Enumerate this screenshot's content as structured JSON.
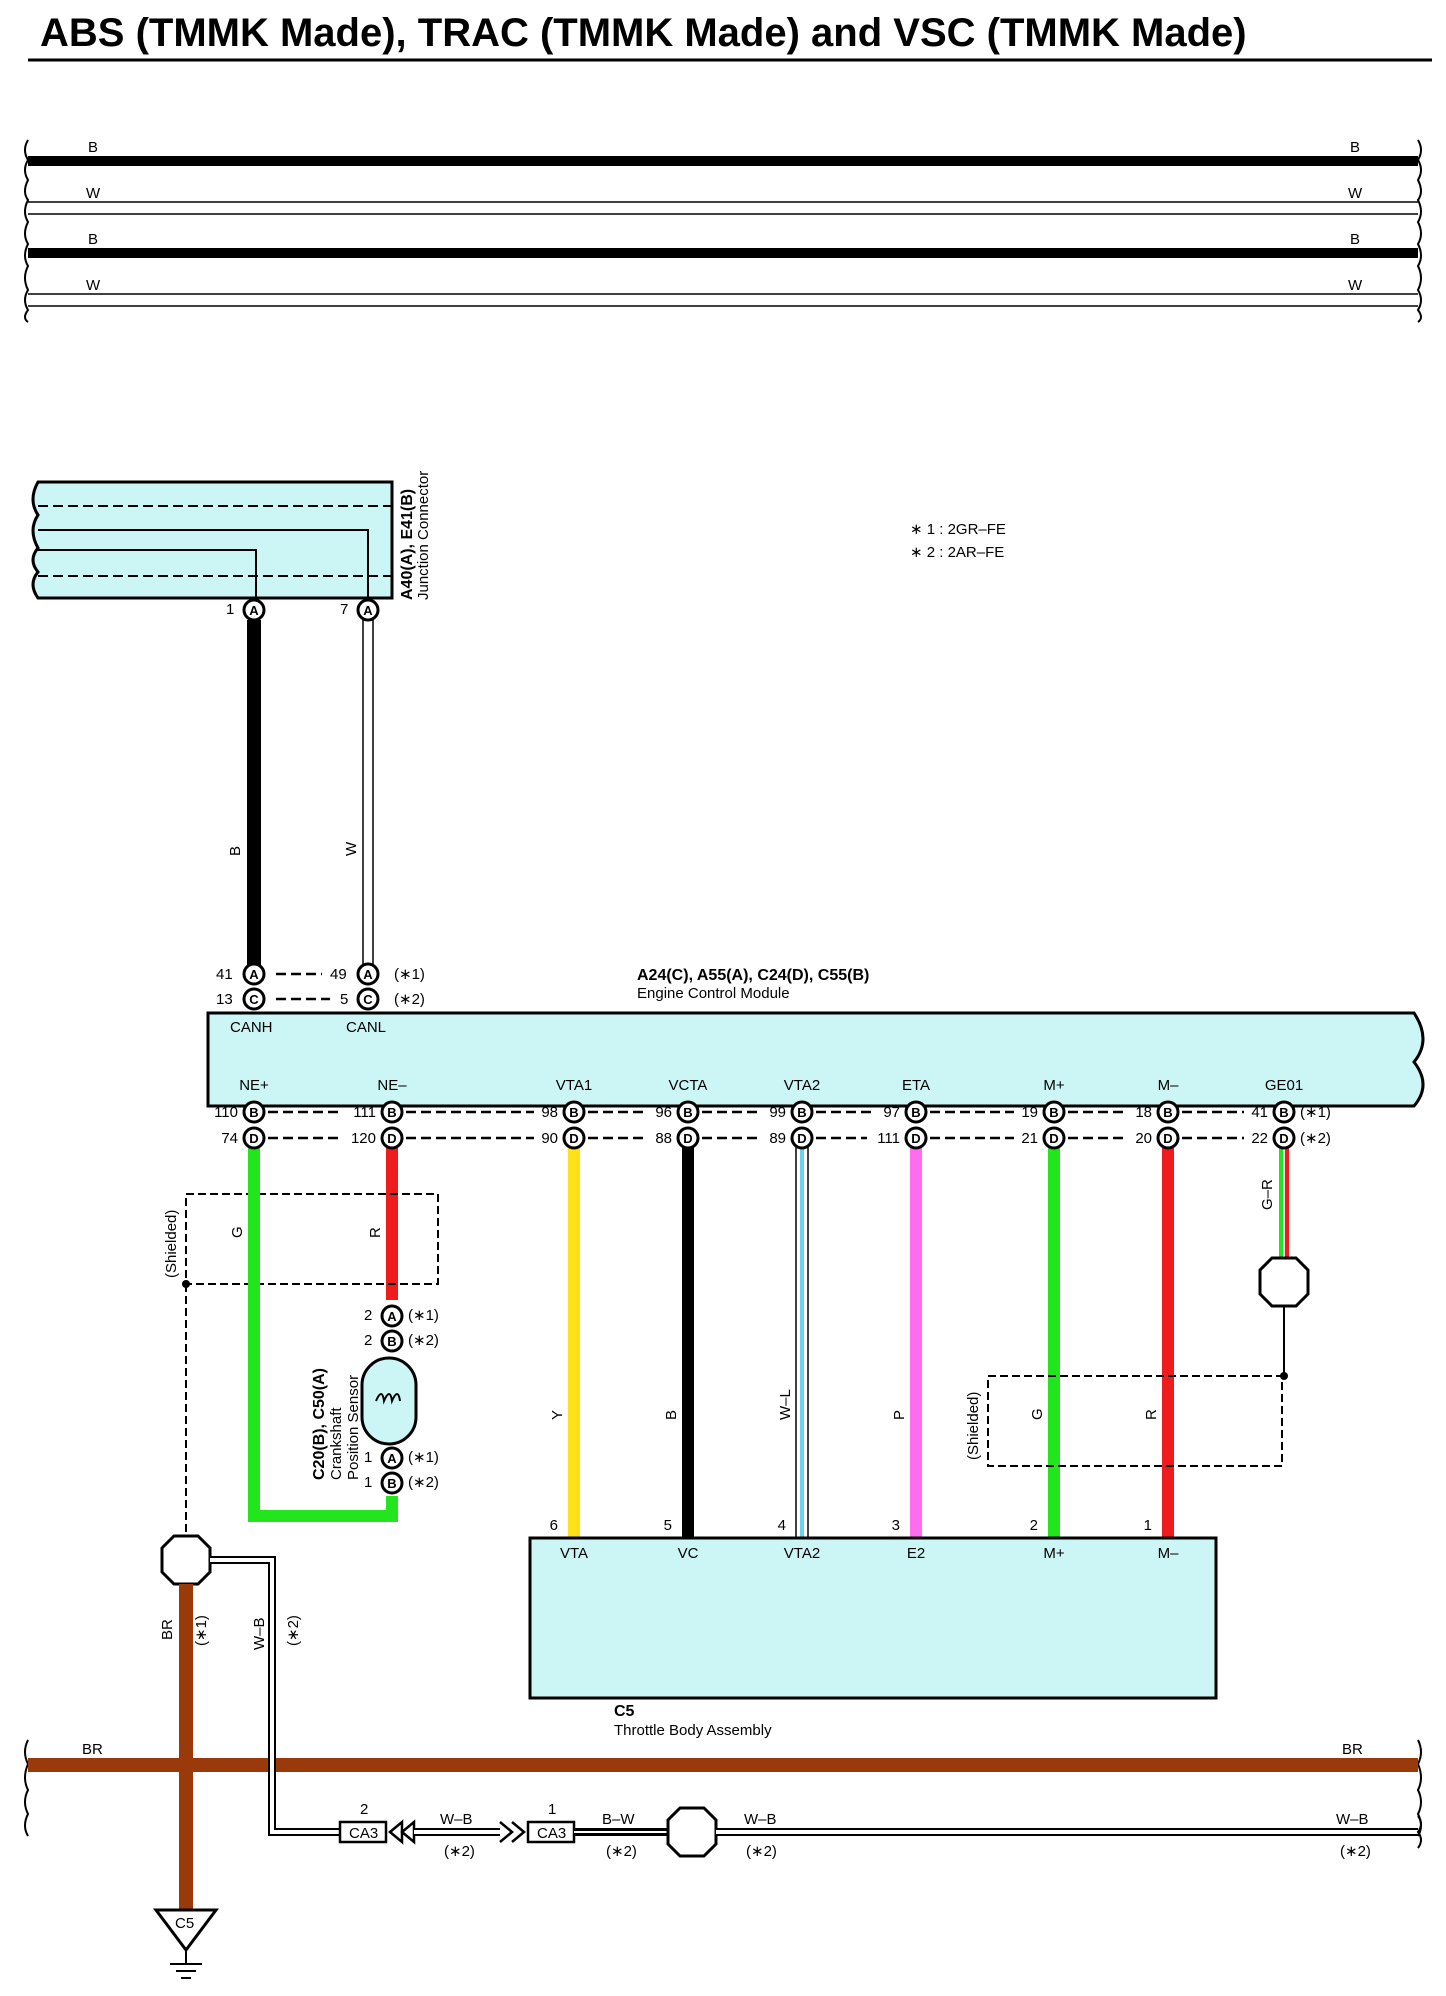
{
  "title": "ABS (TMMK Made), TRAC (TMMK Made) and VSC (TMMK Made)",
  "notes": [
    "∗ 1 : 2GR–FE",
    "∗ 2 : 2AR–FE"
  ],
  "bus_labels": {
    "b": "B",
    "w": "W",
    "br": "BR",
    "wb": "W–B",
    "bw": "B–W",
    "star1": "(∗1)",
    "star2": "(∗2)",
    "shielded": "(Shielded)"
  },
  "junction_connector": {
    "code": "A40(A), E41(B)",
    "name": "Junction Connector",
    "pins": {
      "p1": "1",
      "p7": "7",
      "conn_a": "A"
    },
    "wires": {
      "b": "B",
      "w": "W"
    }
  },
  "ecm": {
    "code": "A24(C), A55(A), C24(D), C55(B)",
    "name": "Engine Control Module",
    "top_pins": {
      "p41": "41",
      "p49": "49",
      "p13": "13",
      "p5": "5"
    },
    "top_terminals": [
      "CANH",
      "CANL"
    ],
    "terminals": [
      "NE+",
      "NE–",
      "VTA1",
      "VCTA",
      "VTA2",
      "ETA",
      "M+",
      "M–",
      "GE01"
    ],
    "pins_row1": [
      "110",
      "111",
      "98",
      "96",
      "99",
      "97",
      "19",
      "18",
      "41"
    ],
    "pins_row2": [
      "74",
      "120",
      "90",
      "88",
      "89",
      "111",
      "21",
      "20",
      "22"
    ],
    "conn_letters": {
      "a": "A",
      "b": "B",
      "c": "C",
      "d": "D"
    }
  },
  "wire_colors": [
    "G",
    "R",
    "Y",
    "B",
    "W–L",
    "P",
    "G",
    "R",
    "G–R"
  ],
  "sensor": {
    "code": "C20(B), C50(A)",
    "name_line1": "Crankshaft",
    "name_line2": "Position Sensor",
    "pins": [
      "2",
      "2",
      "1",
      "1"
    ]
  },
  "throttle_body": {
    "code": "C5",
    "name": "Throttle Body Assembly",
    "pins": [
      "6",
      "5",
      "4",
      "3",
      "2",
      "1"
    ],
    "terminals": [
      "VTA",
      "VC",
      "VTA2",
      "E2",
      "M+",
      "M–"
    ]
  },
  "splice_connector": {
    "code": "CA3",
    "pin2": "2",
    "pin1": "1"
  },
  "ground": {
    "code": "C5"
  },
  "colors": {
    "black": "#000000",
    "green": "#22e51e",
    "red": "#ee1c1c",
    "yellow": "#ffe11a",
    "violet": "#ff6cf0",
    "light_blue": "#6fd2ec",
    "brown": "#9a3a0a",
    "component_fill": "#ccf5f6"
  }
}
